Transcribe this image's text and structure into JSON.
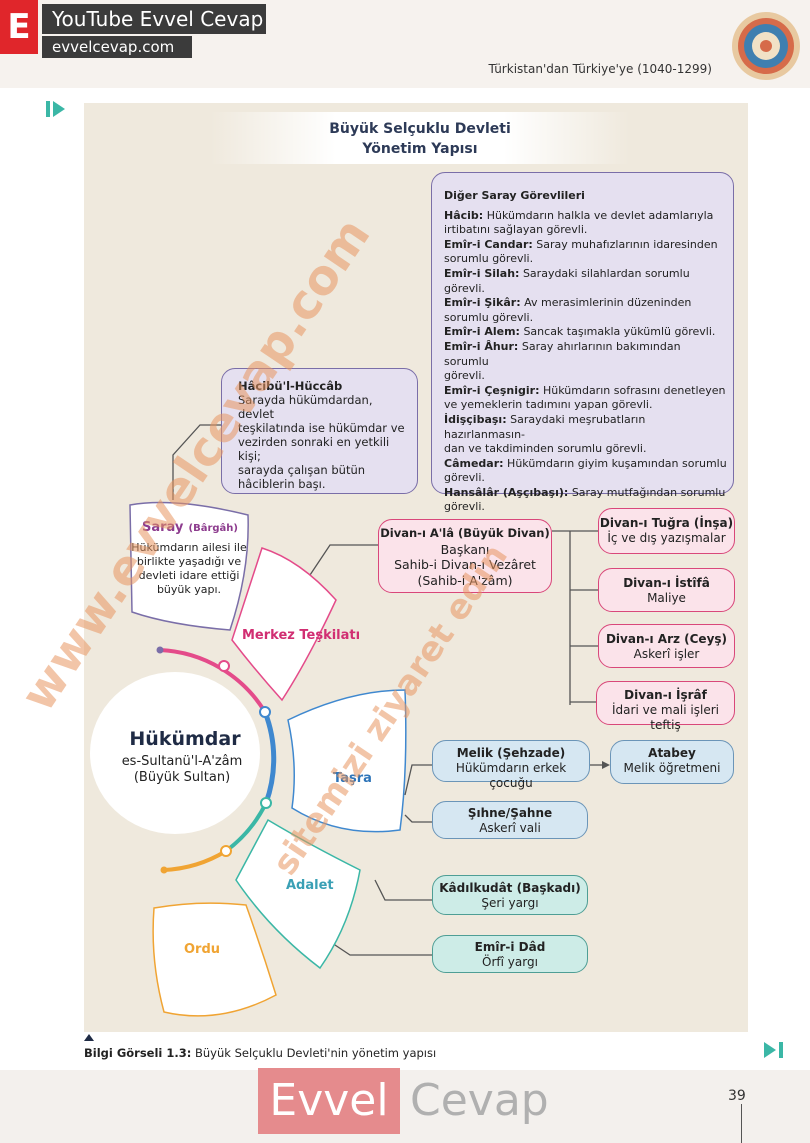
{
  "header": {
    "logo_letter": "E",
    "youtube_label": "YouTube Evvel Cevap",
    "site_label": "evvelcevap.com",
    "chapter": "Türkistan'dan Türkiye'ye (1040-1299)"
  },
  "figure": {
    "title_line1": "Büyük Selçuklu Devleti",
    "title_line2": "Yönetim Yapısı",
    "hukumdar": {
      "title": "Hükümdar",
      "line1": "es-Sultanü'l-A'zâm",
      "line2": "(Büyük Sultan)"
    },
    "saray": {
      "title": "Saray",
      "subtitle": "(Bârgâh)",
      "lines": [
        "Hükümdarın ailesi ile",
        "birlikte yaşadığı ve",
        "devleti idare ettiği",
        "büyük yapı."
      ]
    },
    "hacib": {
      "title": "Hâcibü'l-Hüccâb",
      "lines": [
        "Sarayda hükümdardan, devlet",
        "teşkilatında ise hükümdar ve",
        "vezirden sonraki en yetkili kişi;",
        "sarayda çalışan bütün",
        "hâciblerin başı."
      ]
    },
    "diger": {
      "title": "Diğer Saray Görevlileri",
      "items": [
        {
          "name": "Hâcib:",
          "lines": [
            "Hükümdarın halkla ve devlet adamlarıyla",
            "irtibatını sağlayan görevli."
          ]
        },
        {
          "name": "Emîr-i Candar:",
          "lines": [
            "Saray muhafızlarının idaresinden",
            "sorumlu görevli."
          ]
        },
        {
          "name": "Emîr-i Silah:",
          "lines": [
            "Saraydaki silahlardan sorumlu görevli."
          ]
        },
        {
          "name": "Emîr-i Şikâr:",
          "lines": [
            "Av merasimlerinin düzeninden",
            "sorumlu görevli."
          ]
        },
        {
          "name": "Emîr-i Alem:",
          "lines": [
            "Sancak taşımakla yükümlü görevli."
          ]
        },
        {
          "name": "Emîr-i Âhur:",
          "lines": [
            "Saray ahırlarının bakımından sorumlu",
            "görevli."
          ]
        },
        {
          "name": "Emîr-i Çeşnigir:",
          "lines": [
            "Hükümdarın sofrasını denetleyen",
            "ve yemeklerin tadımını yapan görevli."
          ]
        },
        {
          "name": "İdişçibaşı:",
          "lines": [
            "Saraydaki meşrubatların hazırlanmasın-",
            "dan ve takdiminden sorumlu görevli."
          ]
        },
        {
          "name": "Câmedar:",
          "lines": [
            "Hükümdarın giyim kuşamından sorumlu",
            "görevli."
          ]
        },
        {
          "name": "Hansâlâr (Aşçıbaşı):",
          "lines": [
            "Saray mutfağından sorumlu",
            "görevli."
          ]
        }
      ]
    },
    "sectors": {
      "merkez": "Merkez Teşkilatı",
      "tasra": "Taşra",
      "adalet": "Adalet",
      "ordu": "Ordu"
    },
    "divan_ala": {
      "title": "Divan-ı A'lâ (Büyük Divan)",
      "line1": "Başkanı",
      "line2": "Sahib-i Divan-ı Vezâret",
      "line3": "(Sahib-i A'zâm)"
    },
    "divans": [
      {
        "title": "Divan-ı Tuğra (İnşa)",
        "desc": "İç ve dış yazışmalar"
      },
      {
        "title": "Divan-ı İstîfâ",
        "desc": "Maliye"
      },
      {
        "title": "Divan-ı Arz (Ceyş)",
        "desc": "Askerî işler"
      },
      {
        "title": "Divan-ı İşrâf",
        "desc": "İdari ve mali işleri teftiş"
      }
    ],
    "melik": {
      "title": "Melik (Şehzade)",
      "desc": "Hükümdarın erkek çocuğu"
    },
    "atabey": {
      "title": "Atabey",
      "desc": "Melik öğretmeni"
    },
    "sihne": {
      "title": "Şıhne/Şahne",
      "desc": "Askerî vali"
    },
    "kadilkudat": {
      "title": "Kâdılkudât (Başkadı)",
      "desc": "Şeri yargı"
    },
    "emiridad": {
      "title": "Emîr-i Dâd",
      "desc": "Örfî yargı"
    }
  },
  "caption": {
    "label": "Bilgi Görseli 1.3:",
    "text": "Büyük Selçuklu Devleti'nin yönetim yapısı"
  },
  "page_number": "39",
  "footer": {
    "evvel": "Evvel",
    "cevap": "Cevap"
  },
  "watermark": {
    "line1": "www.evvelcevap.com",
    "line2": "sitemizi ziyaret edin"
  }
}
